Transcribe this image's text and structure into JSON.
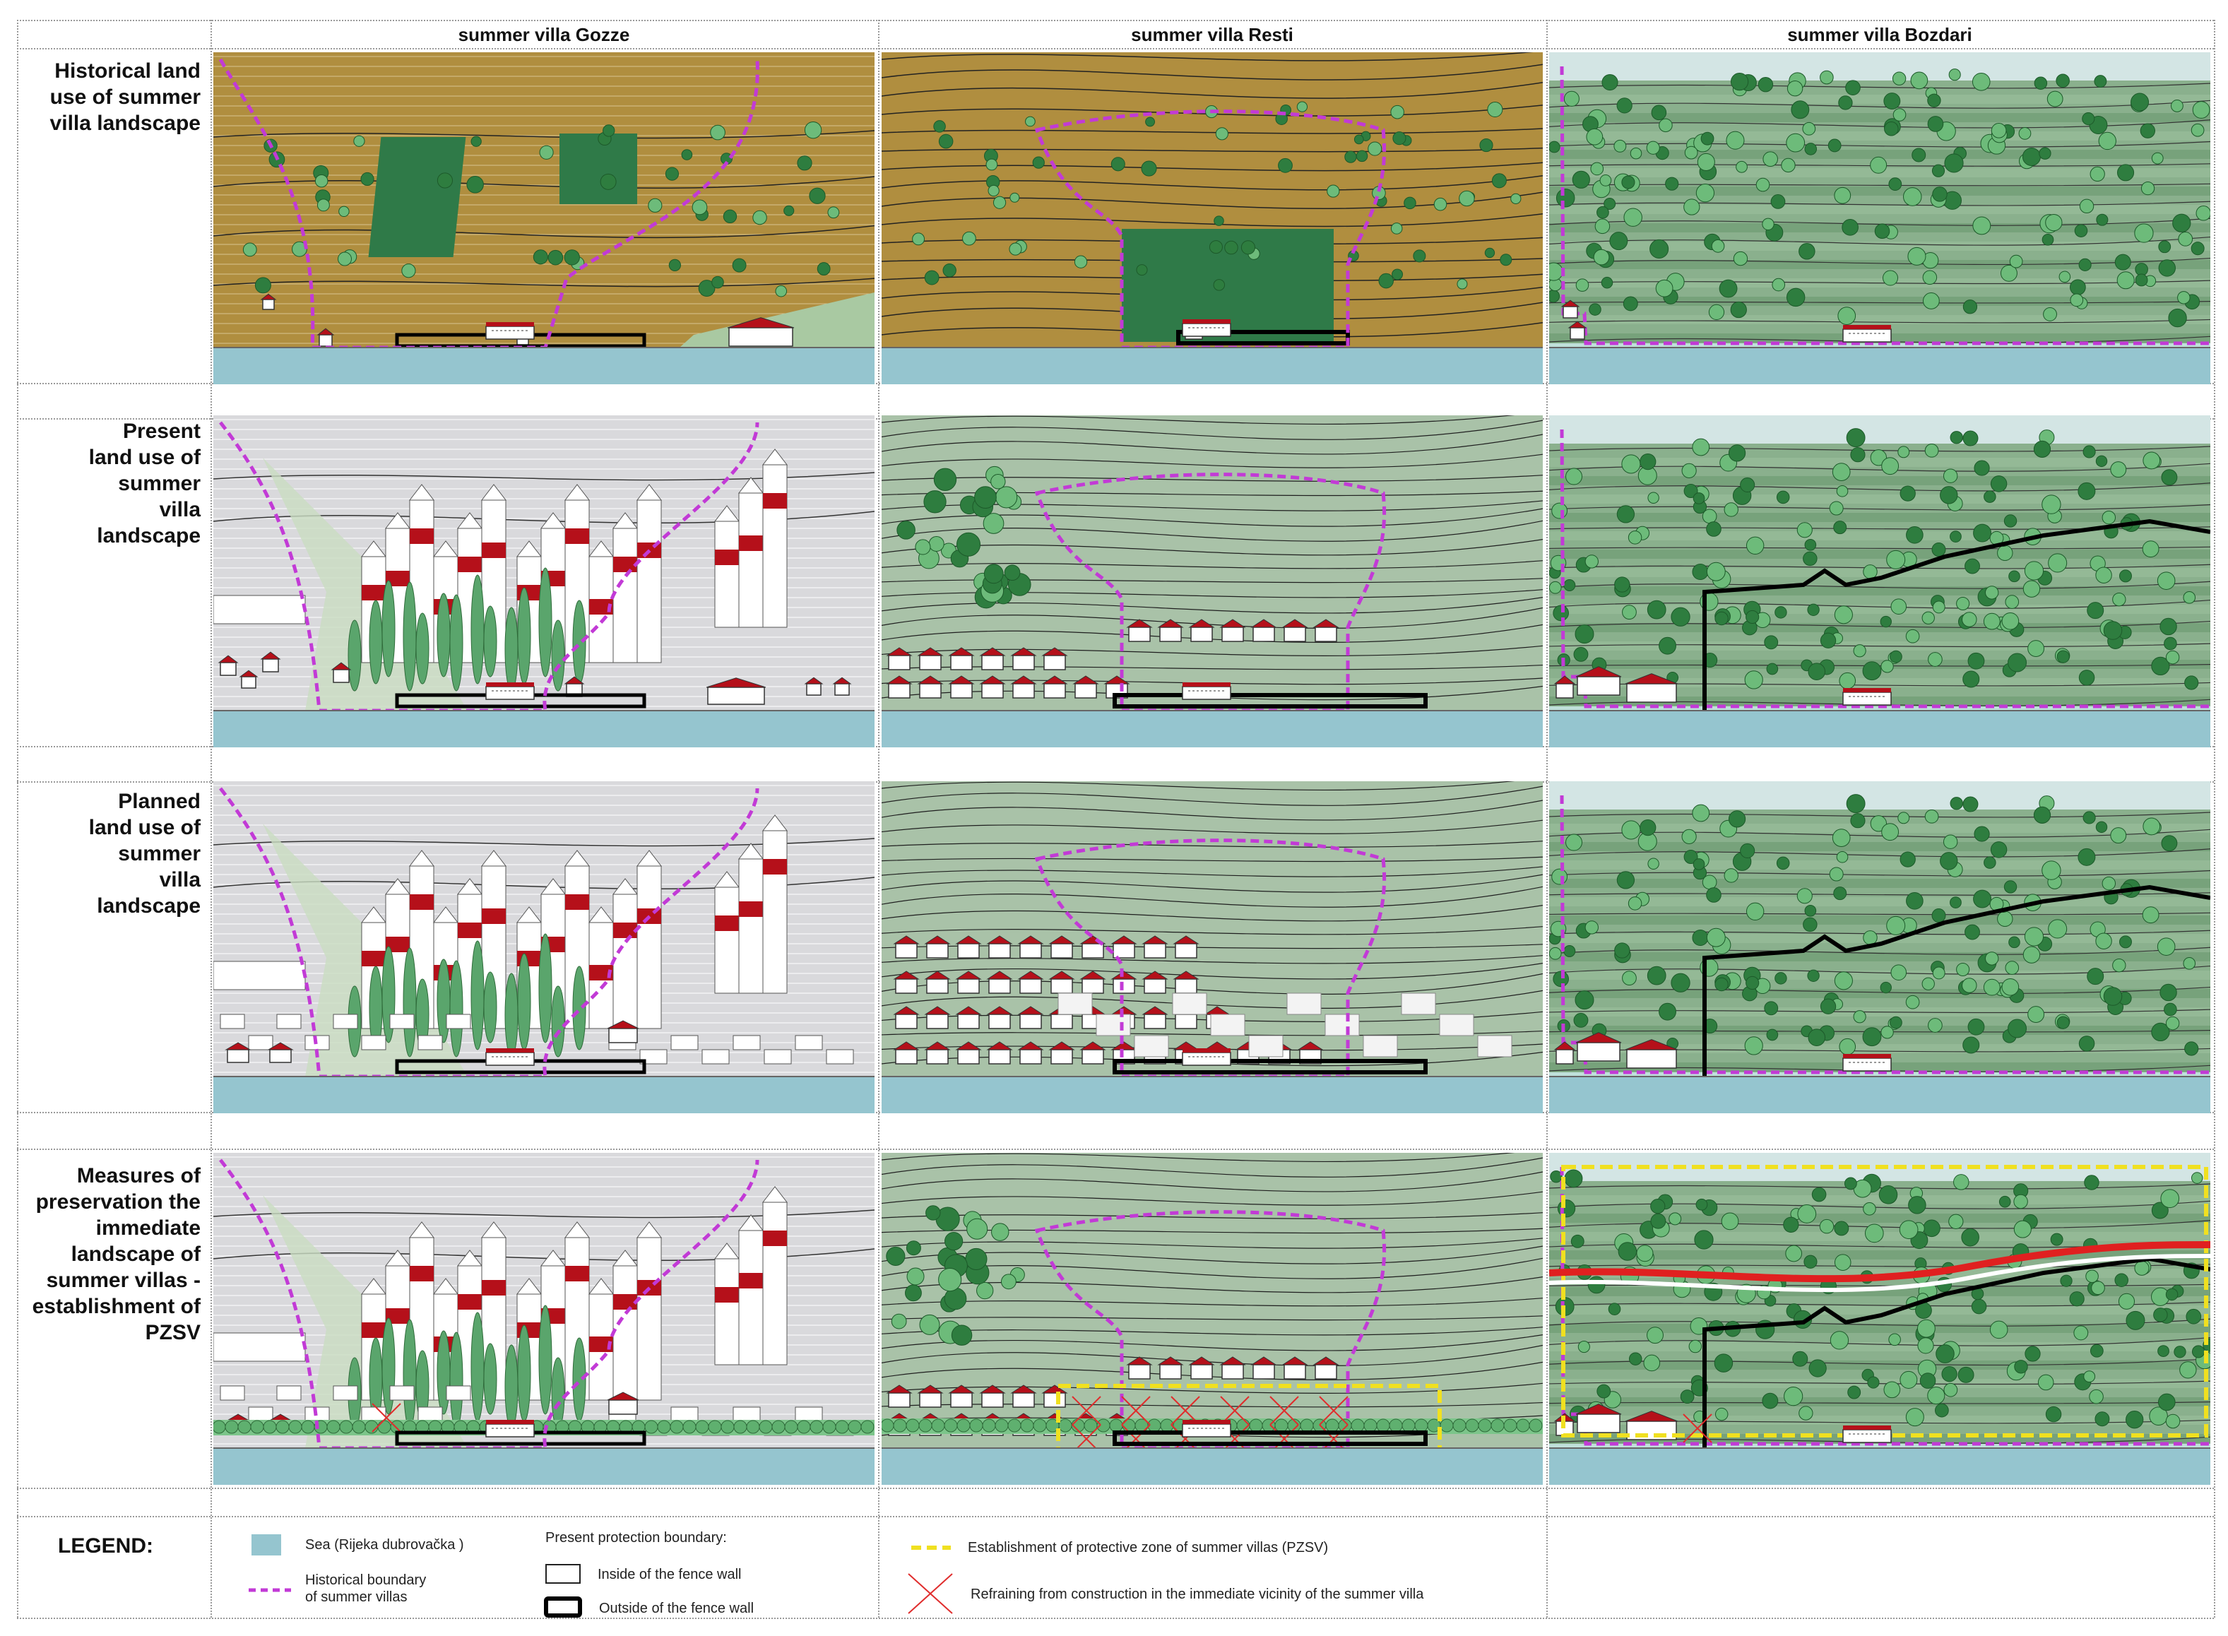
{
  "columns": [
    "summer villa Gozze",
    "summer villa Resti",
    "summer villa Bozdari"
  ],
  "rows": [
    {
      "label_lines": [
        "Historical land",
        "use of summer",
        "villa landscape"
      ]
    },
    {
      "label_lines": [
        "Present",
        "land use of",
        "summer",
        "villa",
        "landscape"
      ]
    },
    {
      "label_lines": [
        "Planned",
        "land use of",
        "summer",
        "villa",
        "landscape"
      ]
    },
    {
      "label_lines": [
        "Measures of",
        "preservation the",
        "immediate",
        "landscape of",
        "summer villas -",
        "establishment of",
        "PZSV"
      ]
    }
  ],
  "legend": {
    "title": "LEGEND:",
    "sea": "Sea (Rijeka dubrovačka )",
    "historical_boundary": [
      "Historical boundary",
      "of summer villas"
    ],
    "present_protection": "Present protection boundary:",
    "inside_fence": "Inside of the fence wall",
    "outside_fence": "Outside of the fence wall",
    "pzsv": "Establishment of  protective zone of summer villas (PZSV)",
    "refraining": "Refraining from construction in the immediate vicinity of the summer villa"
  },
  "colors": {
    "sea": "#95c5cf",
    "historical_ground": "#b08e3f",
    "present_sky": "#d9d9dc",
    "green_terrace": "#a9c2a8",
    "tree": "#2e7d3f",
    "light_tree": "#6dbb7a",
    "roof": "#b5101a",
    "historical_boundary": "#c23ad6",
    "fence_outside": "#000000",
    "pzsv": "#f0e020",
    "refrain_cross": "#e02d2d",
    "road_red": "#e02020"
  }
}
